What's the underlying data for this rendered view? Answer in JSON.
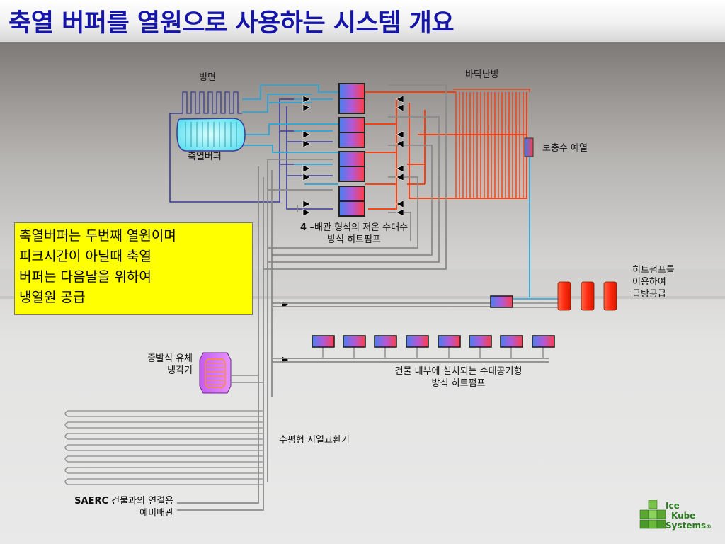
{
  "title": "축열 버퍼를 열원으로 사용하는 시스템 개요",
  "labels": {
    "ice_surface": "빙면",
    "floor_heating": "바닥난방",
    "thermal_buffer": "축열버퍼",
    "makeup_water_preheat": "보충수 예열",
    "heat_pump_4pipe_bold": "4 –",
    "heat_pump_4pipe_line1": "배관 형식의 저온 수대수",
    "heat_pump_4pipe_line2": "방식 히트펌프",
    "hot_water_line1": "히트펌프를",
    "hot_water_line2": "이용하여",
    "hot_water_line3": "급탕공급",
    "evap_cooler_line1": "증발식 유체",
    "evap_cooler_line2": "냉각기",
    "indoor_hp_line1": "건물 내부에 설치되는 수대공기형",
    "indoor_hp_line2": "방식 히트펌프",
    "ground_hx": "수평형 지열교환기",
    "saerc_bold": "SAERC",
    "saerc_line1": " 건물과의 연결용",
    "saerc_line2": "예비배관"
  },
  "callout": {
    "line1": "축열버퍼는 두번째 열원이며",
    "line2": "피크시간이 아닐때 축열",
    "line3": "버퍼는 다음날을 위하여",
    "line4": "냉열원 공급"
  },
  "logo": {
    "word1": "Ice",
    "word2": "Kube",
    "word3": "Systems",
    "mark": "®"
  },
  "colors": {
    "title": "#1515a8",
    "cold_pipe": "#2aa5d8",
    "warm_pipe": "#ff3300",
    "navy_pipe": "#3a3a9a",
    "grey_pipe": "#8a8a8a",
    "callout_bg": "#ffff00",
    "logo_green": "#5aa832"
  }
}
